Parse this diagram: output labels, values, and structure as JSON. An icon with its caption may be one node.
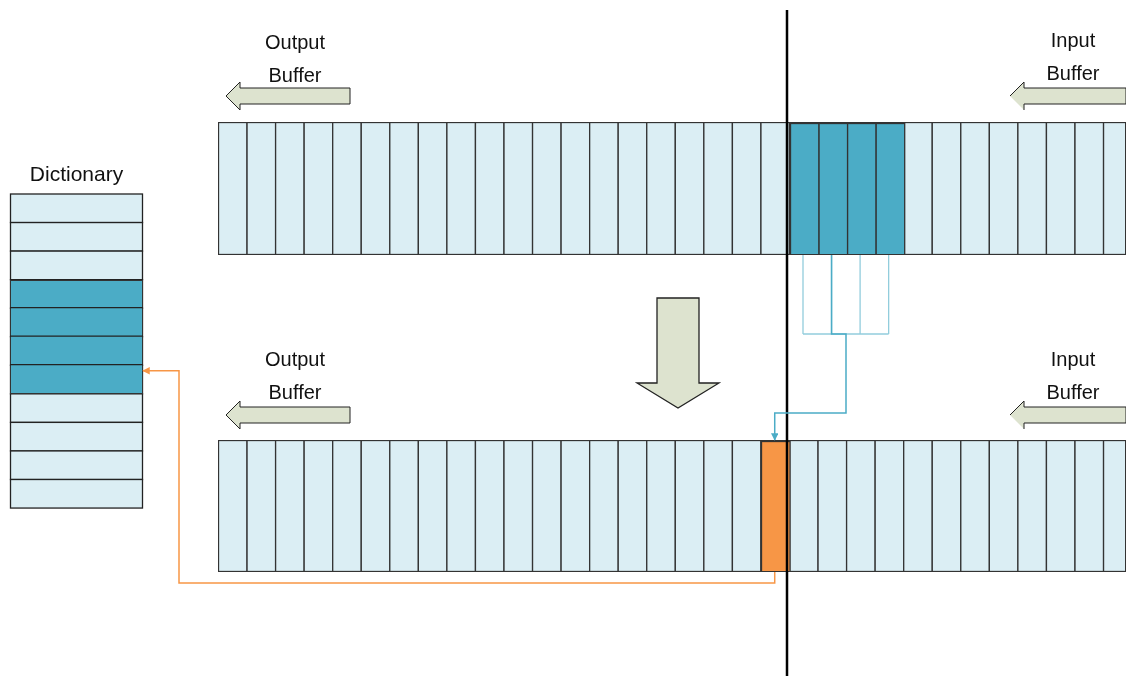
{
  "diagram": {
    "nodes": [
      {
        "text": [
          "Dictionary"
        ]
      },
      {
        "text": [],
        "shape": "box",
        "in": 0
      },
      {
        "text": [],
        "shape": "box"
      },
      {
        "text": [],
        "shape": "box",
        "in": 2
      },
      {
        "text": [],
        "shape": "box"
      },
      {
        "text": [],
        "shape": "box",
        "in": 4
      }
    ],
    "edges": [
      {
        "from": 3,
        "to": 5,
        "arrow": "to",
        "color": "#4bacc6"
      },
      {
        "from": 5,
        "to": 1,
        "arrow": "to",
        "color": "#f79646"
      },
      {
        "from": 2,
        "to": 4,
        "arrow": "to",
        "style": "thick",
        "color": "#dde3cf"
      }
    ],
    "labels": [
      "Output Buffer",
      "Input Buffer",
      "Output Buffer",
      "Input Buffer"
    ]
  }
}
